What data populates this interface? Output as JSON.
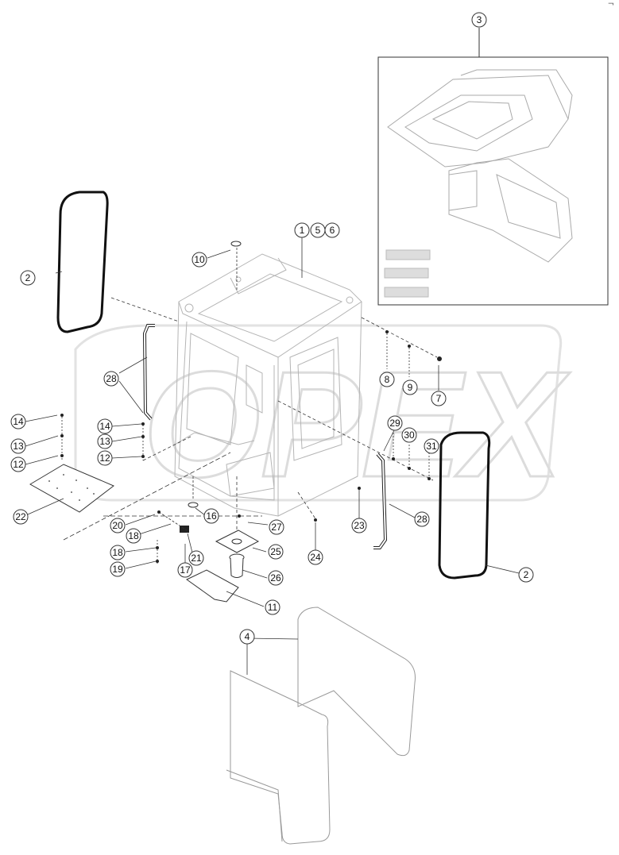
{
  "diagram": {
    "corner_mark": "¬",
    "watermark_text": "OPEX",
    "part_numbers": [
      "1",
      "2",
      "3",
      "4",
      "5",
      "6",
      "7",
      "8",
      "9",
      "10",
      "11",
      "12",
      "13",
      "14",
      "16",
      "17",
      "18",
      "19",
      "20",
      "21",
      "22",
      "23",
      "24",
      "25",
      "26",
      "27",
      "28",
      "29",
      "30",
      "31"
    ],
    "callouts": [
      {
        "id": "c1",
        "label": "1"
      },
      {
        "id": "c5",
        "label": "5"
      },
      {
        "id": "c6",
        "label": "6"
      },
      {
        "id": "c2a",
        "label": "2"
      },
      {
        "id": "c2b",
        "label": "2"
      },
      {
        "id": "c3",
        "label": "3"
      },
      {
        "id": "c4",
        "label": "4"
      },
      {
        "id": "c7",
        "label": "7"
      },
      {
        "id": "c8",
        "label": "8"
      },
      {
        "id": "c9",
        "label": "9"
      },
      {
        "id": "c10",
        "label": "10"
      },
      {
        "id": "c11",
        "label": "11"
      },
      {
        "id": "c12a",
        "label": "12"
      },
      {
        "id": "c12b",
        "label": "12"
      },
      {
        "id": "c13a",
        "label": "13"
      },
      {
        "id": "c13b",
        "label": "13"
      },
      {
        "id": "c14a",
        "label": "14"
      },
      {
        "id": "c14b",
        "label": "14"
      },
      {
        "id": "c16",
        "label": "16"
      },
      {
        "id": "c17",
        "label": "17"
      },
      {
        "id": "c18a",
        "label": "18"
      },
      {
        "id": "c18b",
        "label": "18"
      },
      {
        "id": "c19",
        "label": "19"
      },
      {
        "id": "c20",
        "label": "20"
      },
      {
        "id": "c21",
        "label": "21"
      },
      {
        "id": "c22",
        "label": "22"
      },
      {
        "id": "c23",
        "label": "23"
      },
      {
        "id": "c24",
        "label": "24"
      },
      {
        "id": "c25",
        "label": "25"
      },
      {
        "id": "c26",
        "label": "26"
      },
      {
        "id": "c27",
        "label": "27"
      },
      {
        "id": "c28a",
        "label": "28"
      },
      {
        "id": "c28b",
        "label": "28"
      },
      {
        "id": "c29",
        "label": "29"
      },
      {
        "id": "c30",
        "label": "30"
      },
      {
        "id": "c31",
        "label": "31"
      }
    ]
  }
}
